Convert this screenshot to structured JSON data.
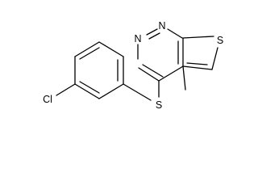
{
  "molecule": {
    "atoms": {
      "n_top": "N",
      "n_left": "N",
      "s_ring": "S",
      "s_link": "S",
      "cl": "Cl"
    }
  }
}
